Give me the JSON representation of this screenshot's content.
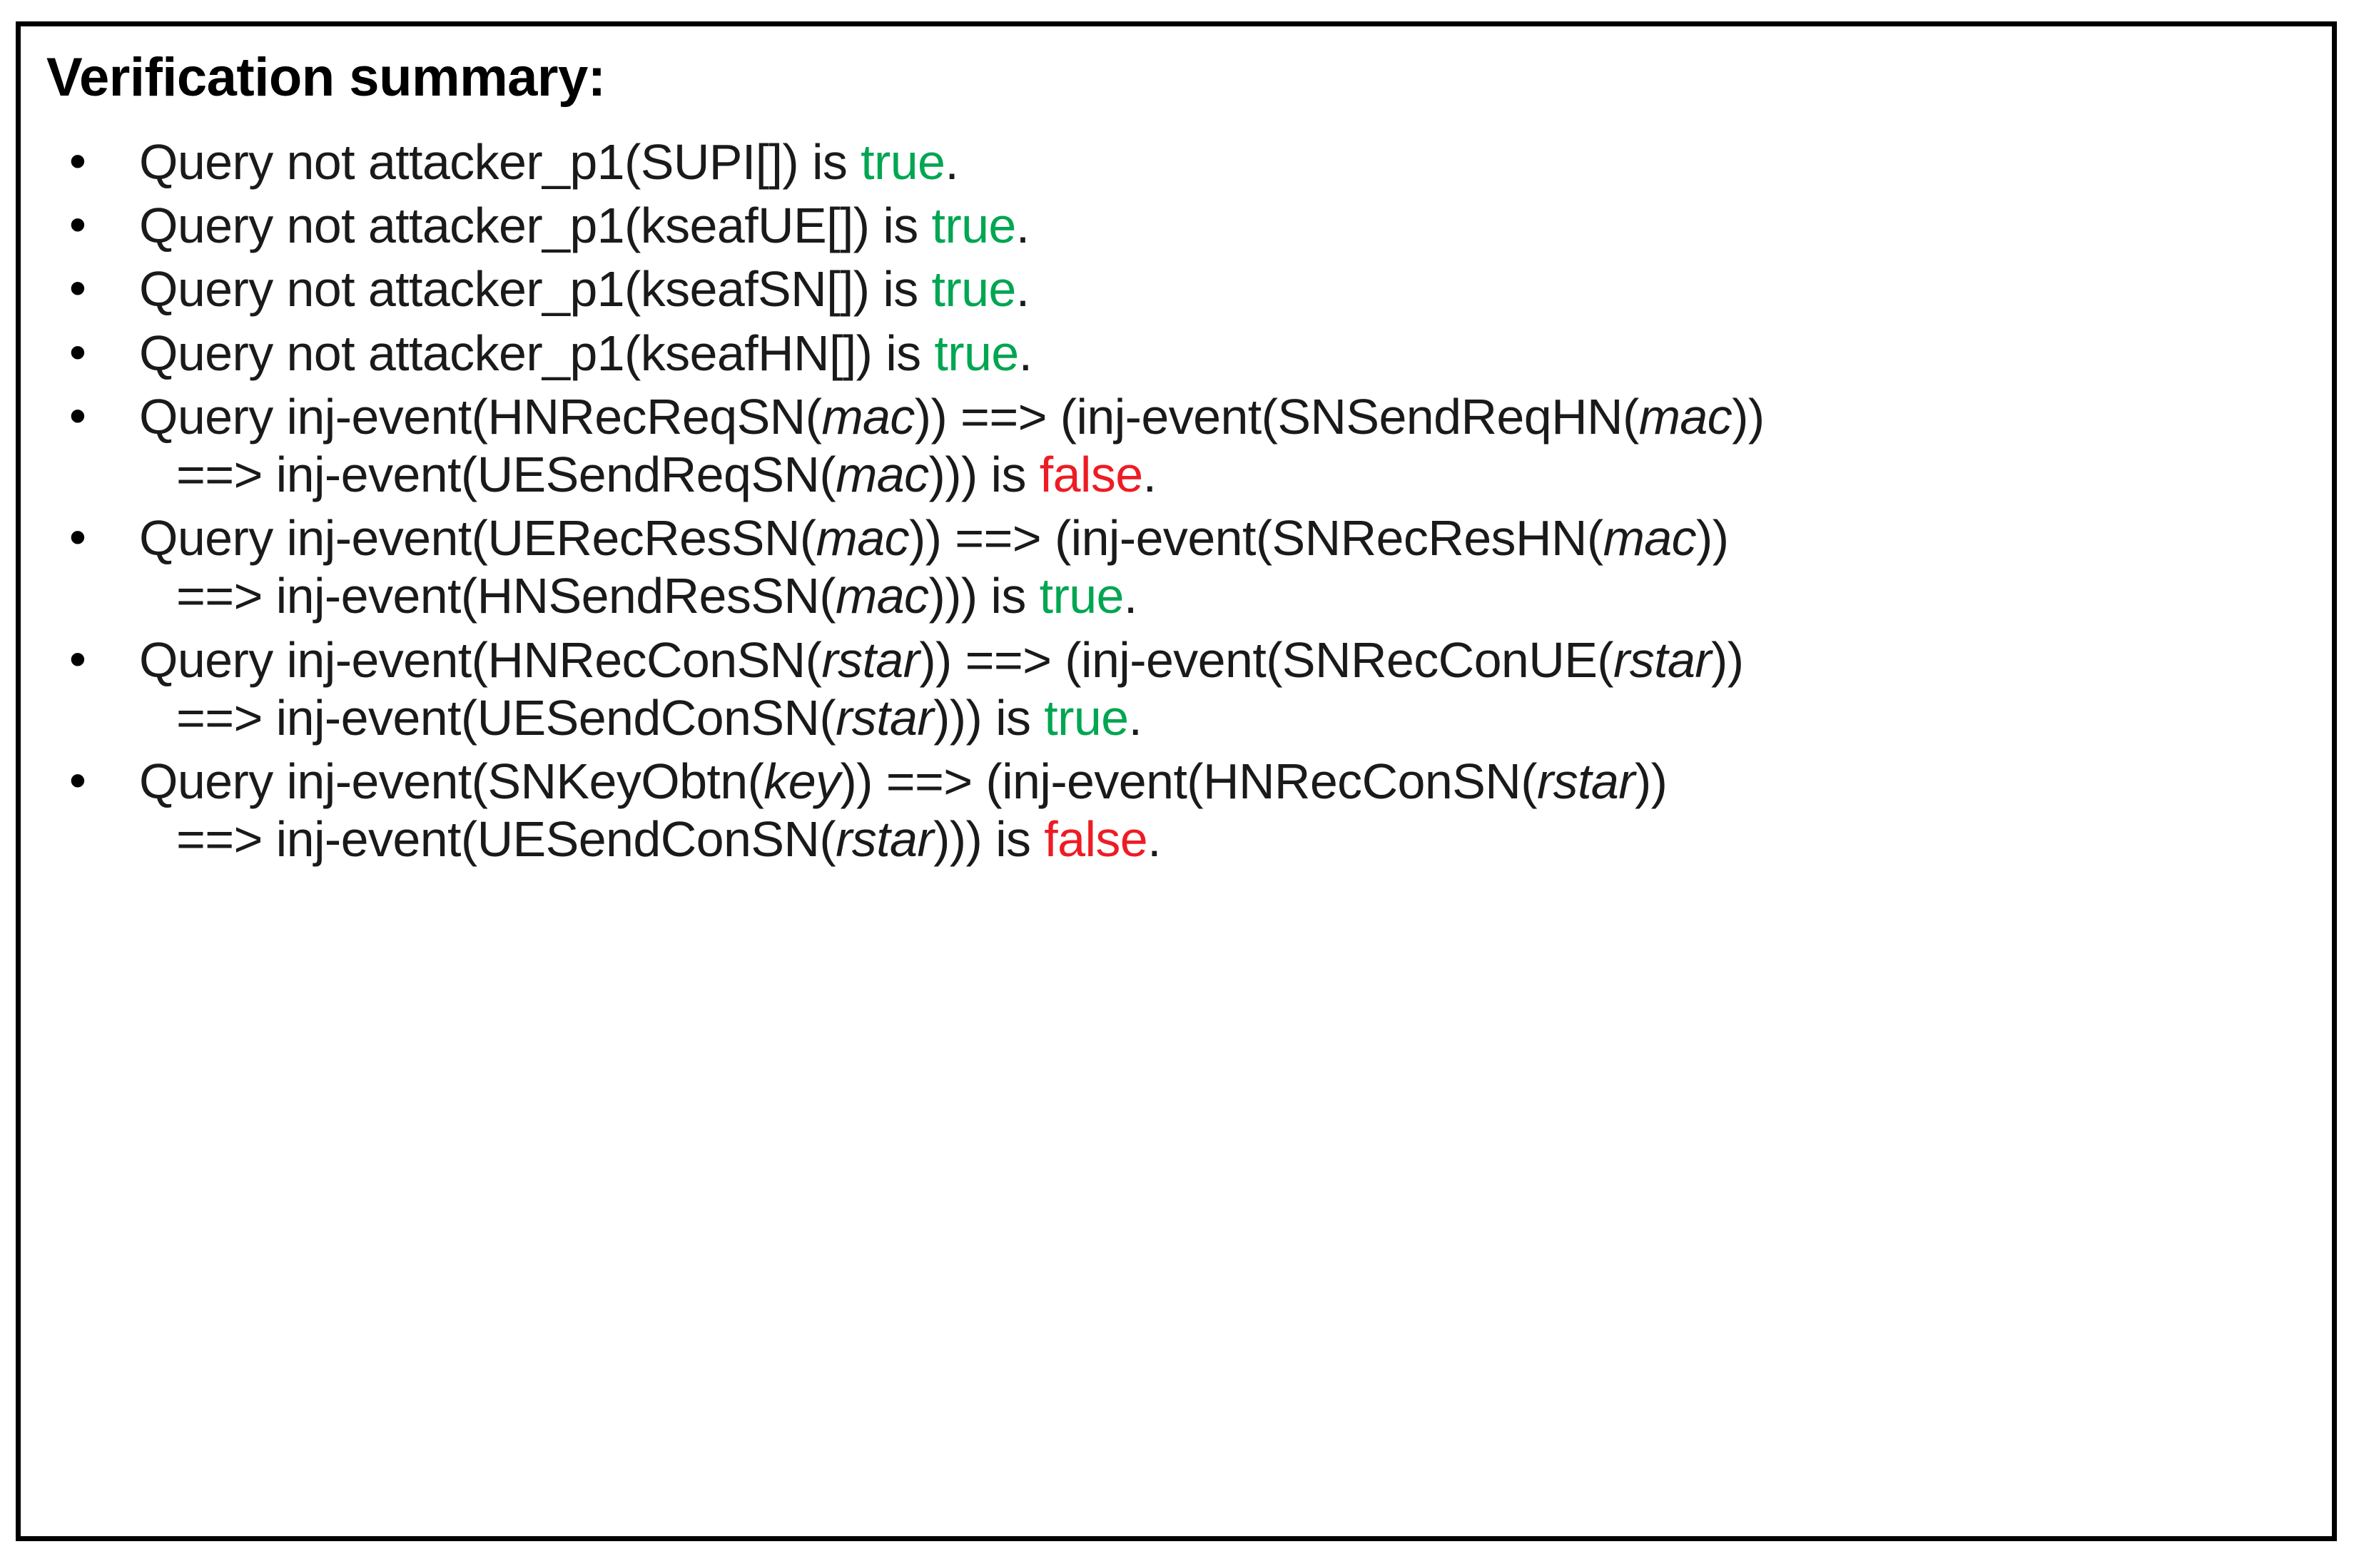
{
  "figure": {
    "title": "Verification summary:",
    "bullet_marker": "•",
    "colors": {
      "true": "#00a651",
      "false": "#ed1c24",
      "text": "#1a1a1a",
      "border": "#000000",
      "background": "#ffffff"
    },
    "items": [
      {
        "lines": [
          {
            "segments": [
              {
                "text": "Query not attacker_p1(SUPI[]) is ",
                "style": "plain"
              },
              {
                "text": "true",
                "style": "true"
              },
              {
                "text": ".",
                "style": "plain"
              }
            ]
          }
        ]
      },
      {
        "lines": [
          {
            "segments": [
              {
                "text": "Query not attacker_p1(kseafUE[]) is ",
                "style": "plain"
              },
              {
                "text": "true",
                "style": "true"
              },
              {
                "text": ".",
                "style": "plain"
              }
            ]
          }
        ]
      },
      {
        "lines": [
          {
            "segments": [
              {
                "text": "Query not attacker_p1(kseafSN[]) is ",
                "style": "plain"
              },
              {
                "text": "true",
                "style": "true"
              },
              {
                "text": ".",
                "style": "plain"
              }
            ]
          }
        ]
      },
      {
        "lines": [
          {
            "segments": [
              {
                "text": "Query not attacker_p1(kseafHN[]) is ",
                "style": "plain"
              },
              {
                "text": "true",
                "style": "true"
              },
              {
                "text": ".",
                "style": "plain"
              }
            ]
          }
        ]
      },
      {
        "lines": [
          {
            "segments": [
              {
                "text": "Query inj-event(HNRecReqSN(",
                "style": "plain"
              },
              {
                "text": "mac",
                "style": "param"
              },
              {
                "text": ")) ==> (inj-event(SNSendReqHN(",
                "style": "plain"
              },
              {
                "text": "mac",
                "style": "param"
              },
              {
                "text": "))",
                "style": "plain"
              }
            ]
          },
          {
            "continuation": true,
            "segments": [
              {
                "text": "==> inj-event(UESendReqSN(",
                "style": "plain"
              },
              {
                "text": "mac",
                "style": "param"
              },
              {
                "text": "))) is ",
                "style": "plain"
              },
              {
                "text": "false",
                "style": "false"
              },
              {
                "text": ".",
                "style": "plain"
              }
            ]
          }
        ]
      },
      {
        "lines": [
          {
            "segments": [
              {
                "text": "Query inj-event(UERecResSN(",
                "style": "plain"
              },
              {
                "text": "mac",
                "style": "param"
              },
              {
                "text": ")) ==> (inj-event(SNRecResHN(",
                "style": "plain"
              },
              {
                "text": "mac",
                "style": "param"
              },
              {
                "text": "))",
                "style": "plain"
              }
            ]
          },
          {
            "continuation": true,
            "segments": [
              {
                "text": "==> inj-event(HNSendResSN(",
                "style": "plain"
              },
              {
                "text": "mac",
                "style": "param"
              },
              {
                "text": "))) is  ",
                "style": "plain"
              },
              {
                "text": "true",
                "style": "true"
              },
              {
                "text": ".",
                "style": "plain"
              }
            ]
          }
        ]
      },
      {
        "lines": [
          {
            "segments": [
              {
                "text": "Query inj-event(HNRecConSN(",
                "style": "plain"
              },
              {
                "text": "rstar",
                "style": "param"
              },
              {
                "text": ")) ==> (inj-event(SNRecConUE(",
                "style": "plain"
              },
              {
                "text": "rstar",
                "style": "param"
              },
              {
                "text": "))",
                "style": "plain"
              }
            ]
          },
          {
            "continuation": true,
            "segments": [
              {
                "text": "==> inj-event(UESendConSN(",
                "style": "plain"
              },
              {
                "text": "rstar",
                "style": "param"
              },
              {
                "text": "))) is ",
                "style": "plain"
              },
              {
                "text": "true",
                "style": "true"
              },
              {
                "text": ".",
                "style": "plain"
              }
            ]
          }
        ]
      },
      {
        "lines": [
          {
            "segments": [
              {
                "text": "Query inj-event(SNKeyObtn(",
                "style": "plain"
              },
              {
                "text": "key",
                "style": "param"
              },
              {
                "text": ")) ==> (inj-event(HNRecConSN(",
                "style": "plain"
              },
              {
                "text": "rstar",
                "style": "param"
              },
              {
                "text": "))",
                "style": "plain"
              }
            ]
          },
          {
            "continuation": true,
            "segments": [
              {
                "text": "==> inj-event(UESendConSN(",
                "style": "plain"
              },
              {
                "text": "rstar",
                "style": "param"
              },
              {
                "text": "))) is ",
                "style": "plain"
              },
              {
                "text": "false",
                "style": "false"
              },
              {
                "text": ".",
                "style": "plain"
              }
            ]
          }
        ]
      }
    ]
  }
}
